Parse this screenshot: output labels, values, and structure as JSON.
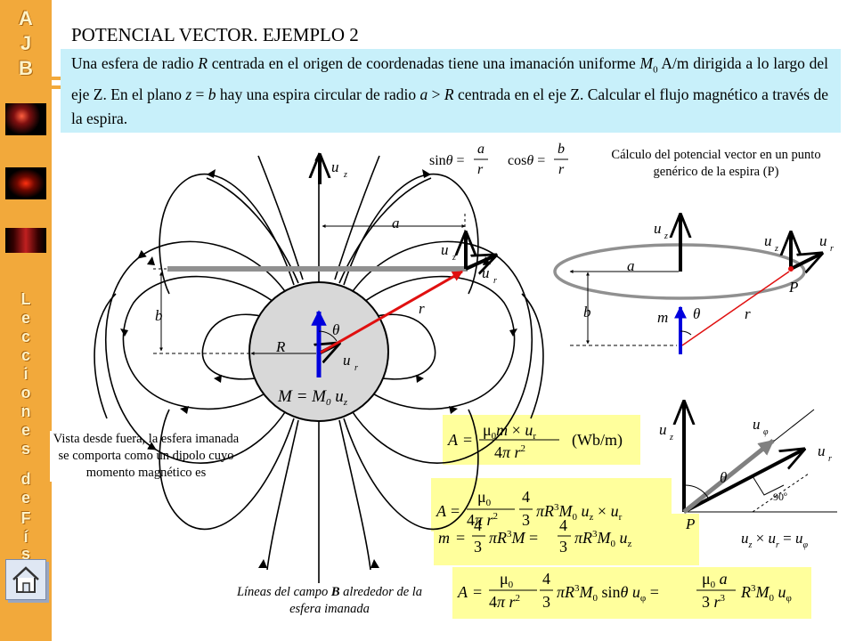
{
  "sidebar": {
    "logo_letters": [
      "A",
      "J",
      "B"
    ],
    "vertical_text": [
      "L",
      "e",
      "c",
      "c",
      "i",
      "o",
      "n",
      "e",
      "s",
      "d",
      "e",
      "F",
      "í",
      "s"
    ]
  },
  "title": "POTENCIAL VECTOR. EJEMPLO 2",
  "statement": "Una esfera de radio R centrada en el origen de coordenadas tiene una imanación uniforme M0 A/m dirigida a lo largo del eje Z. En el plano z = b hay una espira circular de radio a > R centrada en el eje Z. Calcular el flujo magnético a través de la espira.",
  "captions": {
    "potential_calc": "Cálculo del potencial vector en un punto genérico de la espira (P)",
    "outside_view": "Vista desde fuera, la esfera imanada se comporta como un dipolo cuyo momento magnético es",
    "field_lines": "Líneas del campo B alrededor de la esfera imanada"
  },
  "labels": {
    "uz": "u",
    "ur": "u",
    "uphi": "u",
    "a": "a",
    "b": "b",
    "r": "r",
    "R": "R",
    "P": "P",
    "theta": "θ",
    "m": "m",
    "ninety": "90º",
    "M_eq": "M = M0 uz"
  },
  "equations": {
    "trig": "sinθ = a/r    cosθ = b/r",
    "A_dipole": "A = μ0 m×ur / 4π r² (Wb/m)",
    "A_sphere": "A = μ0/4π r² · 4/3 π R³ M0 uz × ur",
    "m_moment": "m = 4/3 π R³ M = 4/3 π R³ M0 uz",
    "A_final": "A = μ0/4π r² · 4/3 π R³ M0 sinθ uφ = μ0 a/3 r³ R³ M0 uφ",
    "cross": "uz × ur = uφ"
  },
  "colors": {
    "sidebar": "#f2a93b",
    "statement_bg": "#c8f0fa",
    "equation_bg": "#ffff9c",
    "sphere": "#d8d8d8",
    "magnetization": "#0000dd",
    "radius_vector": "#e01010",
    "loop": "#909090"
  }
}
